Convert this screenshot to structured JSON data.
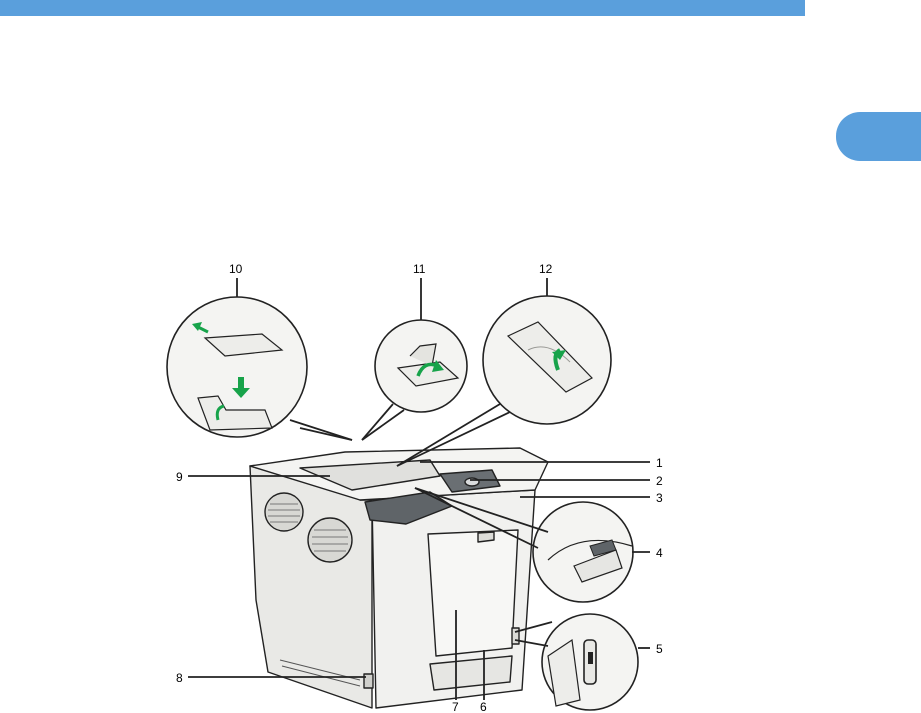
{
  "colors": {
    "header": "#5a9fdc",
    "tab": "#5a9fdc",
    "arrow": "#17a34a",
    "line": "#222222",
    "printer_body": "#eeeeec",
    "printer_panel": "#5f6468",
    "inset_bg": "#f4f4f2"
  },
  "figure": {
    "callouts": {
      "c1": "1",
      "c2": "2",
      "c3": "3",
      "c4": "4",
      "c5": "5",
      "c6": "6",
      "c7": "7",
      "c8": "8",
      "c9": "9",
      "c10": "10",
      "c11": "11",
      "c12": "12"
    }
  }
}
